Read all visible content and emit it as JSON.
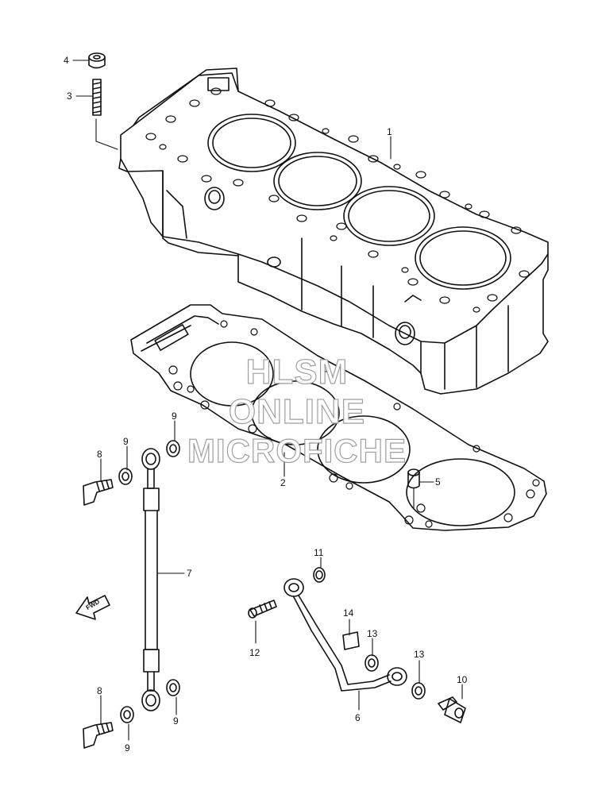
{
  "callouts": {
    "c1": "1",
    "c2": "2",
    "c3": "3",
    "c4": "4",
    "c5": "5",
    "c6": "6",
    "c7": "7",
    "c8a": "8",
    "c8b": "8",
    "c9a": "9",
    "c9b": "9",
    "c9c": "9",
    "c9d": "9",
    "c10": "10",
    "c11": "11",
    "c12": "12",
    "c13a": "13",
    "c13b": "13",
    "c14": "14"
  },
  "fwd_label": "FWD",
  "watermark": {
    "line1": "HLSM",
    "line2": "ONLINE",
    "line3": "MICROFICHE"
  },
  "colors": {
    "line": "#111111",
    "watermark_outline": "#9a9a9a"
  }
}
